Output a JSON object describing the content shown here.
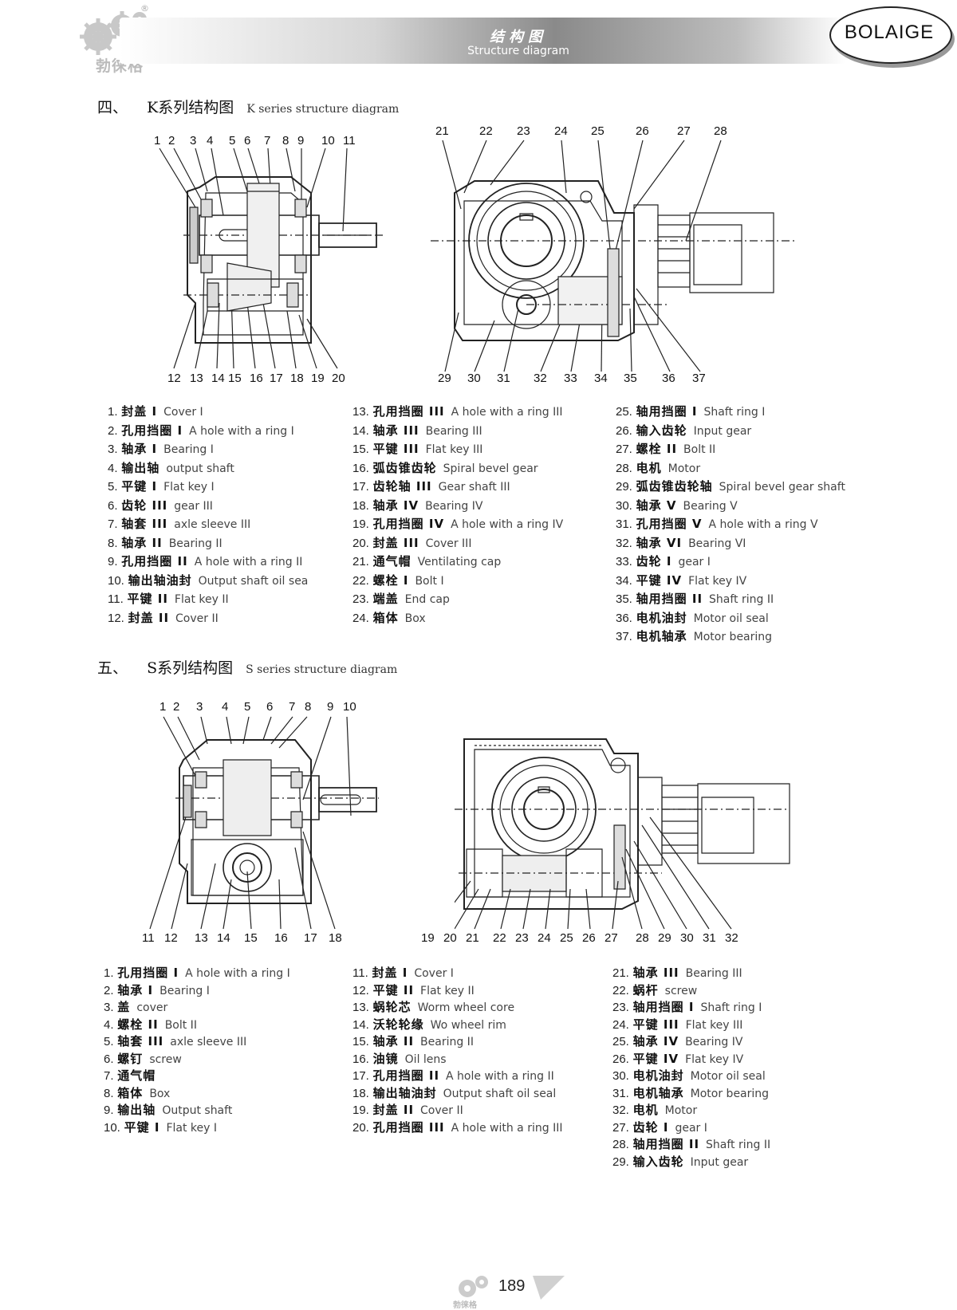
{
  "header": {
    "logo_text": "勃徕格",
    "logo_mark": "®",
    "title_zh": "结构图",
    "title_en": "Structure diagram",
    "brand": "BOLAIGE"
  },
  "k_section": {
    "prefix": "四、",
    "title_zh": "K系列结构图",
    "title_en": "K series structure diagram",
    "callouts_top_left": [
      "1",
      "2",
      "3",
      "4",
      "5",
      "6",
      "7",
      "8",
      "9",
      "10",
      "11"
    ],
    "callouts_bottom_left": [
      "12",
      "13",
      "14",
      "15",
      "16",
      "17",
      "18",
      "19",
      "20"
    ],
    "callouts_top_right": [
      "21",
      "22",
      "23",
      "24",
      "25",
      "26",
      "27",
      "28"
    ],
    "callouts_bottom_right": [
      "29",
      "30",
      "31",
      "32",
      "33",
      "34",
      "35",
      "36",
      "37"
    ],
    "legend_col1": [
      {
        "num": "1.",
        "zh": "封盖 I",
        "en": "Cover I"
      },
      {
        "num": "2.",
        "zh": "孔用挡圈 I",
        "en": "A hole with a ring I"
      },
      {
        "num": "3.",
        "zh": "轴承 I",
        "en": "Bearing I"
      },
      {
        "num": "4.",
        "zh": "输出轴",
        "en": "output shaft"
      },
      {
        "num": "5.",
        "zh": "平键 I",
        "en": "Flat key I"
      },
      {
        "num": "6.",
        "zh": "齿轮 III",
        "en": "gear III"
      },
      {
        "num": "7.",
        "zh": "轴套 III",
        "en": "axle sleeve III"
      },
      {
        "num": "8.",
        "zh": "轴承 II",
        "en": "Bearing II"
      },
      {
        "num": "9.",
        "zh": "孔用挡圈 II",
        "en": "A hole with a ring II"
      },
      {
        "num": "10.",
        "zh": "输出轴油封",
        "en": "Output shaft oil sea"
      },
      {
        "num": "11.",
        "zh": "平键 II",
        "en": "Flat key II"
      },
      {
        "num": "12.",
        "zh": "封盖 II",
        "en": "Cover II"
      }
    ],
    "legend_col2": [
      {
        "num": "13.",
        "zh": "孔用挡圈 III",
        "en": "A hole with a ring III"
      },
      {
        "num": "14.",
        "zh": "轴承 III",
        "en": "Bearing III"
      },
      {
        "num": "15.",
        "zh": "平键 III",
        "en": "Flat key III"
      },
      {
        "num": "16.",
        "zh": "弧齿锥齿轮",
        "en": "Spiral bevel gear"
      },
      {
        "num": "17.",
        "zh": "齿轮轴 III",
        "en": "Gear shaft III"
      },
      {
        "num": "18.",
        "zh": "轴承 IV",
        "en": "Bearing IV"
      },
      {
        "num": "19.",
        "zh": "孔用挡圈 IV",
        "en": "A hole with a ring IV"
      },
      {
        "num": "20.",
        "zh": "封盖 III",
        "en": "Cover III"
      },
      {
        "num": "21.",
        "zh": "通气帽",
        "en": "Ventilating cap"
      },
      {
        "num": "22.",
        "zh": "螺栓 I",
        "en": "Bolt I"
      },
      {
        "num": "23.",
        "zh": "端盖",
        "en": "End cap"
      },
      {
        "num": "24.",
        "zh": "箱体",
        "en": "Box"
      }
    ],
    "legend_col3": [
      {
        "num": "25.",
        "zh": "轴用挡圈 I",
        "en": "Shaft ring I"
      },
      {
        "num": "26.",
        "zh": "输入齿轮",
        "en": "Input gear"
      },
      {
        "num": "27.",
        "zh": "螺栓 II",
        "en": "Bolt II"
      },
      {
        "num": "28.",
        "zh": "电机",
        "en": "Motor"
      },
      {
        "num": "29.",
        "zh": "弧齿锥齿轮轴",
        "en": "Spiral bevel gear shaft"
      },
      {
        "num": "30.",
        "zh": "轴承 V",
        "en": "Bearing V"
      },
      {
        "num": "31.",
        "zh": "孔用挡圈 V",
        "en": "A hole with a ring V"
      },
      {
        "num": "32.",
        "zh": "轴承 VI",
        "en": "Bearing VI"
      },
      {
        "num": "33.",
        "zh": "齿轮 I",
        "en": "gear I"
      },
      {
        "num": "34.",
        "zh": "平键 IV",
        "en": "Flat key IV"
      },
      {
        "num": "35.",
        "zh": "轴用挡圈 II",
        "en": "Shaft ring II"
      },
      {
        "num": "36.",
        "zh": "电机油封",
        "en": "Motor oil seal"
      },
      {
        "num": "37.",
        "zh": "电机轴承",
        "en": "Motor bearing"
      }
    ]
  },
  "s_section": {
    "prefix": "五、",
    "title_zh": "S系列结构图",
    "title_en": "S series structure diagram",
    "callouts_top_left": [
      "1",
      "2",
      "3",
      "4",
      "5",
      "6",
      "7",
      "8",
      "9",
      "10"
    ],
    "callouts_bottom_left": [
      "11",
      "12",
      "13",
      "14",
      "15",
      "16",
      "17",
      "18"
    ],
    "callouts_bottom_right": [
      "19",
      "20",
      "21",
      "22",
      "23",
      "24",
      "25",
      "26",
      "27",
      "28",
      "29",
      "30",
      "31",
      "32"
    ],
    "legend_col1": [
      {
        "num": "1.",
        "zh": "孔用挡圈 I",
        "en": "A hole with a ring I"
      },
      {
        "num": "2.",
        "zh": "轴承 I",
        "en": "Bearing I"
      },
      {
        "num": "3.",
        "zh": "盖",
        "en": "cover"
      },
      {
        "num": "4.",
        "zh": "螺栓 II",
        "en": "Bolt II"
      },
      {
        "num": "5.",
        "zh": "轴套 III",
        "en": "axle sleeve III"
      },
      {
        "num": "6.",
        "zh": "螺钉",
        "en": "screw"
      },
      {
        "num": "7.",
        "zh": "通气帽",
        "en": ""
      },
      {
        "num": "8.",
        "zh": "箱体",
        "en": "Box"
      },
      {
        "num": "9.",
        "zh": "输出轴",
        "en": "Output shaft"
      },
      {
        "num": "10.",
        "zh": "平键 I",
        "en": "Flat key I"
      }
    ],
    "legend_col2": [
      {
        "num": "11.",
        "zh": "封盖 I",
        "en": "Cover I"
      },
      {
        "num": "12.",
        "zh": "平键 II",
        "en": "Flat key II"
      },
      {
        "num": "13.",
        "zh": "蜗轮芯",
        "en": "Worm wheel core"
      },
      {
        "num": "14.",
        "zh": "沃轮轮缘",
        "en": "Wo wheel rim"
      },
      {
        "num": "15.",
        "zh": "轴承 II",
        "en": "Bearing II"
      },
      {
        "num": "16.",
        "zh": "油镜",
        "en": "Oil lens"
      },
      {
        "num": "17.",
        "zh": "孔用挡圈 II",
        "en": "A hole with a ring II"
      },
      {
        "num": "18.",
        "zh": "输出轴油封",
        "en": "Output shaft oil seal"
      },
      {
        "num": "19.",
        "zh": "封盖 II",
        "en": "Cover II"
      },
      {
        "num": "20.",
        "zh": "孔用挡圈 III",
        "en": "A hole with a ring III"
      }
    ],
    "legend_col3": [
      {
        "num": "21.",
        "zh": "轴承 III",
        "en": "Bearing III"
      },
      {
        "num": "22.",
        "zh": "蜗杆",
        "en": "screw"
      },
      {
        "num": "23.",
        "zh": "轴用挡圈 I",
        "en": "Shaft ring I"
      },
      {
        "num": "24.",
        "zh": "平键 III",
        "en": "Flat key III"
      },
      {
        "num": "25.",
        "zh": "轴承 IV",
        "en": "Bearing IV"
      },
      {
        "num": "26.",
        "zh": "平键 IV",
        "en": "Flat key IV"
      },
      {
        "num": "30.",
        "zh": "电机油封",
        "en": "Motor oil seal"
      },
      {
        "num": "31.",
        "zh": "电机轴承",
        "en": "Motor bearing"
      },
      {
        "num": "32.",
        "zh": "电机",
        "en": "Motor"
      },
      {
        "num": "27.",
        "zh": "齿轮 I",
        "en": "gear I"
      },
      {
        "num": "28.",
        "zh": "轴用挡圈 II",
        "en": "Shaft ring II"
      },
      {
        "num": "29.",
        "zh": "输入齿轮",
        "en": "Input gear"
      }
    ]
  },
  "footer": {
    "page_number": "189",
    "logo_text": "勃徕格"
  }
}
